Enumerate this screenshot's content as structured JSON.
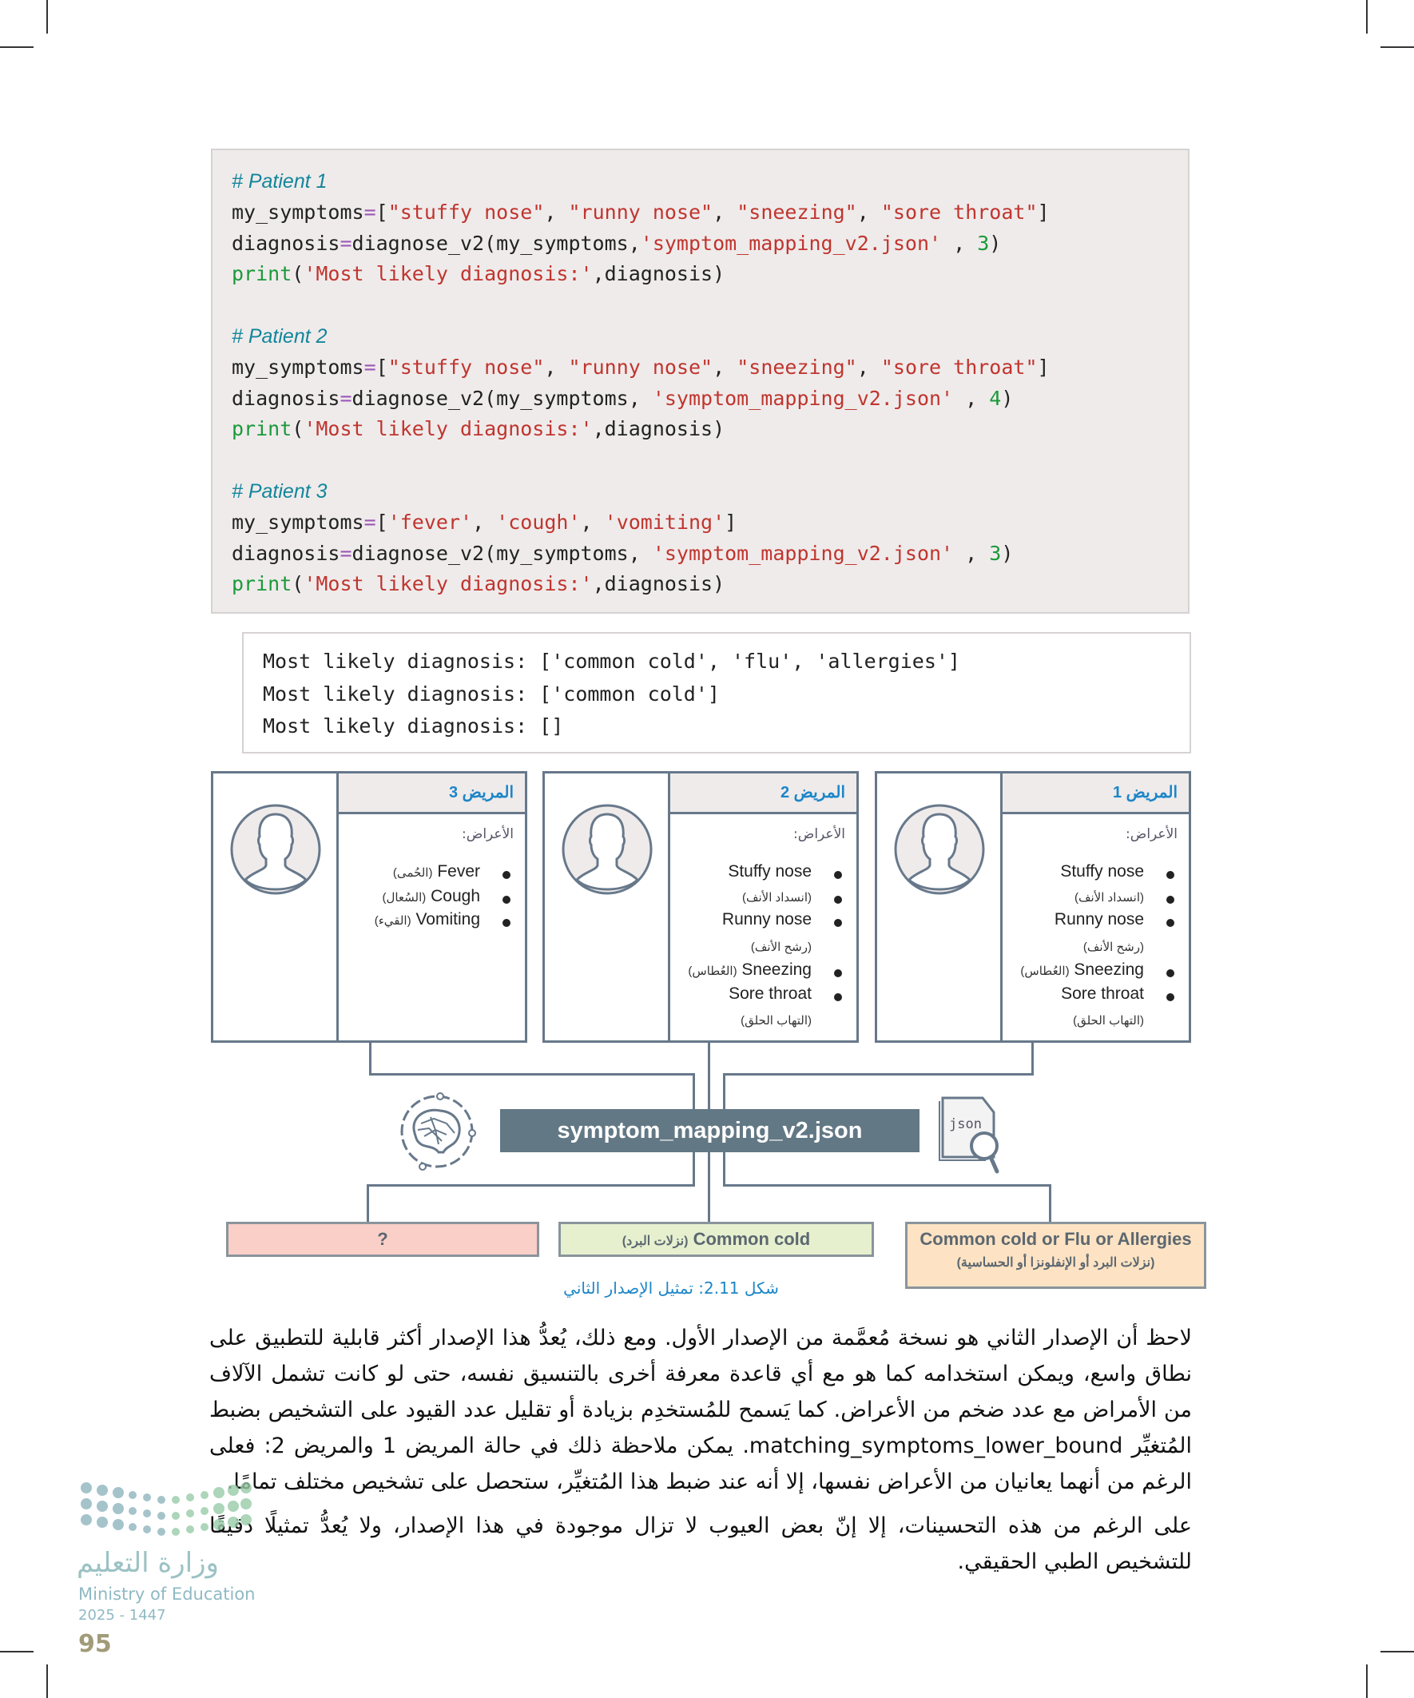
{
  "code": {
    "lines": [
      {
        "type": "comment",
        "text": "# Patient 1"
      },
      {
        "type": "assign_list",
        "var": "my_symptoms",
        "items": [
          "\"stuffy nose\"",
          "\"runny nose\"",
          "\"sneezing\"",
          "\"sore throat\""
        ]
      },
      {
        "type": "call",
        "prefix": "diagnosis",
        "fn": "diagnose_v2(my_symptoms,",
        "arg": "'symptom_mapping_v2.json'",
        "num": "3"
      },
      {
        "type": "print",
        "fn": "print",
        "str": "'Most likely diagnosis:'",
        "rest": ",diagnosis)"
      },
      {
        "type": "blank"
      },
      {
        "type": "comment",
        "text": "# Patient 2"
      },
      {
        "type": "assign_list",
        "var": "my_symptoms",
        "items": [
          "\"stuffy nose\"",
          "\"runny nose\"",
          "\"sneezing\"",
          "\"sore throat\""
        ]
      },
      {
        "type": "call",
        "prefix": "diagnosis",
        "fn": "diagnose_v2(my_symptoms, ",
        "arg": "'symptom_mapping_v2.json'",
        "num": "4"
      },
      {
        "type": "print",
        "fn": "print",
        "str": "'Most likely diagnosis:'",
        "rest": ",diagnosis)"
      },
      {
        "type": "blank"
      },
      {
        "type": "comment",
        "text": "# Patient 3"
      },
      {
        "type": "assign_list",
        "var": "my_symptoms",
        "items": [
          "'fever'",
          "'cough'",
          "'vomiting'"
        ]
      },
      {
        "type": "call",
        "prefix": "diagnosis",
        "fn": "diagnose_v2(my_symptoms, ",
        "arg": "'symptom_mapping_v2.json'",
        "num": "3"
      },
      {
        "type": "print",
        "fn": "print",
        "str": "'Most likely diagnosis:'",
        "rest": ",diagnosis)"
      }
    ]
  },
  "output": {
    "lines": [
      "Most likely diagnosis: ['common cold', 'flu', 'allergies']",
      "Most likely diagnosis: ['common cold']",
      "Most likely diagnosis: []"
    ]
  },
  "diagram": {
    "symptoms_label": "الأعراض:",
    "patients": [
      {
        "title": "المريض 3",
        "items": [
          {
            "en": "Fever",
            "ar": "(الحُمى)",
            "bullet": true
          },
          {
            "en": "Cough",
            "ar": "(السُعال)",
            "bullet": true
          },
          {
            "en": "Vomiting",
            "ar": "(القيء)",
            "bullet": true
          }
        ]
      },
      {
        "title": "المريض 2",
        "items": [
          {
            "en": "Stuffy nose",
            "ar": "",
            "bullet": true
          },
          {
            "en": "",
            "ar": "(انسداد الأنف)",
            "bullet": true
          },
          {
            "en": "Runny nose",
            "ar": "",
            "bullet": true
          },
          {
            "en": "",
            "ar": "(رشح الأنف)",
            "bullet": false
          },
          {
            "en": "Sneezing",
            "ar": "(العُطاس)",
            "bullet": true
          },
          {
            "en": "Sore throat",
            "ar": "",
            "bullet": true
          },
          {
            "en": "",
            "ar": "(التهاب الحلق)",
            "bullet": false
          }
        ]
      },
      {
        "title": "المريض 1",
        "items": [
          {
            "en": "Stuffy nose",
            "ar": "",
            "bullet": true
          },
          {
            "en": "",
            "ar": "(انسداد الأنف)",
            "bullet": true
          },
          {
            "en": "Runny nose",
            "ar": "",
            "bullet": true
          },
          {
            "en": "",
            "ar": "(رشح الأنف)",
            "bullet": false
          },
          {
            "en": "Sneezing",
            "ar": "(العُطاس)",
            "bullet": true
          },
          {
            "en": "Sore throat",
            "ar": "",
            "bullet": true
          },
          {
            "en": "",
            "ar": "(التهاب الحلق)",
            "bullet": false
          }
        ]
      }
    ],
    "mapping_file": "symptom_mapping_v2.json",
    "json_icon_label": "json",
    "results": [
      {
        "en": "?",
        "ar": "",
        "color": "#f9cfc8"
      },
      {
        "en": "Common cold",
        "ar": "(نزلات البرد)",
        "color": "#e6f0cf"
      },
      {
        "en": "Common cold or Flu or Allergies",
        "ar": "(نزلات البرد أو الإنفلونزا أو الحساسية)",
        "color": "#fde3c3"
      }
    ],
    "caption": "شكل 2.11: تمثيل الإصدار الثاني"
  },
  "paragraphs": [
    "لاحظ أن الإصدار الثاني هو نسخة مُعمَّمة من الإصدار الأول. ومع ذلك، يُعدُّ هذا الإصدار أكثر قابلية للتطبيق على نطاق واسع، ويمكن استخدامه كما هو مع أي قاعدة معرفة أخرى بالتنسيق نفسه، حتى لو كانت تشمل الآلاف من الأمراض مع عدد ضخم من الأعراض. كما يَسمح للمُستخدِم بزيادة أو تقليل عدد القيود على التشخيص بضبط المُتغيِّر matching_symptoms_lower_bound. يمكن ملاحظة ذلك في حالة المريض 1 والمريض 2: فعلى الرغم من أنهما يعانيان من الأعراض نفسها، إلا أنه عند ضبط هذا المُتغيِّر، ستحصل على تشخيص مختلف تمامًا.",
    "على الرغم من هذه التحسينات، إلا إنّ بعض العيوب لا تزال موجودة في هذا الإصدار، ولا يُعدُّ تمثيلًا دقيقًا للتشخيص الطبي الحقيقي."
  ],
  "footer": {
    "page_number": "95",
    "logo_ar": "وزارة التعليم",
    "logo_en": "Ministry of Education",
    "year": "2025 - 1447"
  }
}
